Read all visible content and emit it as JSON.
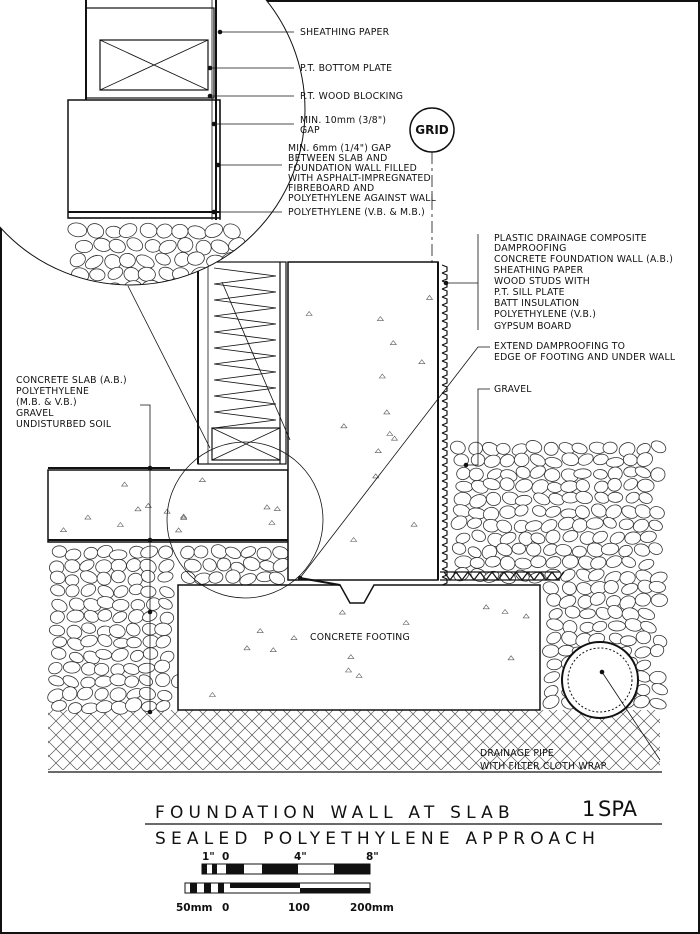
{
  "detail": {
    "labels": {
      "sheathing_paper": "SHEATHING PAPER",
      "pt_bottom_plate": "P.T. BOTTOM PLATE",
      "pt_wood_blocking": "P.T. WOOD BLOCKING",
      "min_gap_10": [
        "MIN. 10mm (3/8\")",
        "GAP"
      ],
      "min_gap_6": [
        "MIN. 6mm (1/4\") GAP",
        "BETWEEN SLAB AND",
        "FOUNDATION WALL FILLED",
        "WITH ASPHALT-IMPREGNATED",
        "FIBREBOARD AND",
        "POLYETHYLENE AGAINST WALL"
      ],
      "polyethylene_vb_mb": "POLYETHYLENE (V.B. & M.B.)"
    },
    "grid_bubble": "GRID"
  },
  "section": {
    "right_labels": [
      "PLASTIC DRAINAGE COMPOSITE",
      "DAMPROOFING",
      "CONCRETE FOUNDATION WALL (A.B.)",
      "SHEATHING PAPER",
      "WOOD STUDS WITH",
      "P.T. SILL PLATE",
      "BATT INSULATION",
      "POLYETHYLENE (V.B.)",
      "GYPSUM BOARD"
    ],
    "extend_damproofing": [
      "EXTEND DAMPROOFING TO",
      "EDGE OF FOOTING AND UNDER WALL"
    ],
    "gravel": "GRAVEL",
    "left_labels": [
      "CONCRETE SLAB (A.B.)",
      "POLYETHYLENE",
      "(M.B. & V.B.)",
      "GRAVEL",
      "UNDISTURBED SOIL"
    ],
    "concrete_footing": "CONCRETE FOOTING",
    "drainage_pipe": [
      "DRAINAGE PIPE",
      "WITH FILTER CLOTH WRAP"
    ]
  },
  "title_block": {
    "title": "FOUNDATION WALL AT SLAB",
    "subtitle": "SEALED POLYETHYLENE APPROACH",
    "detail_number": "1",
    "sheet_code": "SPA"
  },
  "scale_bar": {
    "imperial_ticks": [
      "1\"",
      "0",
      "4\"",
      "8\""
    ],
    "metric_ticks": [
      "50mm",
      "0",
      "100",
      "200mm"
    ]
  }
}
